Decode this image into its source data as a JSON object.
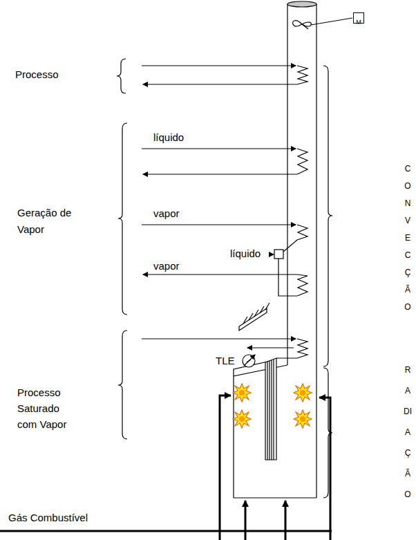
{
  "diagram": {
    "nodes": [
      {
        "text": [
          "M"
        ]
      }
    ],
    "labels": [
      "Processo",
      "líquido",
      "Geração de Vapor",
      "vapor",
      "líquido",
      "vapor",
      "Processo Saturado com Vapor",
      "TLE",
      "CONVECÇÃO",
      "RADIAÇÃO",
      "Gás Combustível"
    ]
  }
}
